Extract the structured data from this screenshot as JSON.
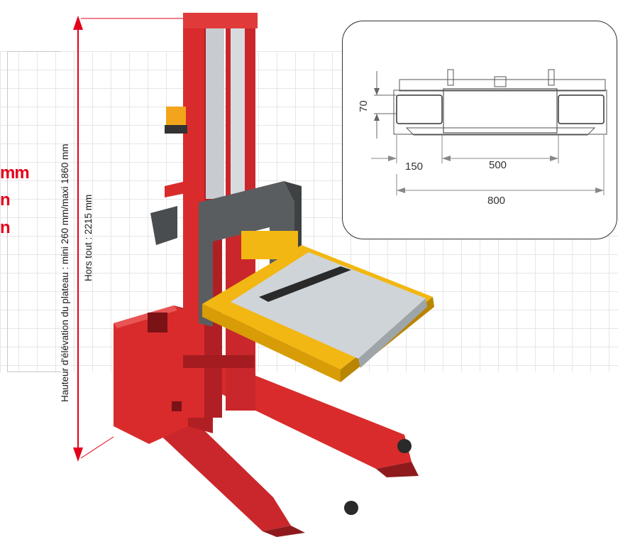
{
  "left_labels": [
    "mm",
    "n",
    "n"
  ],
  "elevation_label": "Hauteur d'élévation du plateau : mini 260 mm/maxi 1860 mm",
  "total_height_label": "Hors tout :  2215 mm",
  "dimensions": {
    "height": "70",
    "width_left": "150",
    "width_center": "500",
    "width_total": "800"
  },
  "colors": {
    "accent_red": "#e3001b",
    "frame_red": "#d92b2b",
    "carriage_grey": "#5a5d60",
    "platform_yellow": "#f2b712",
    "table_steel": "#cfd4d8"
  }
}
